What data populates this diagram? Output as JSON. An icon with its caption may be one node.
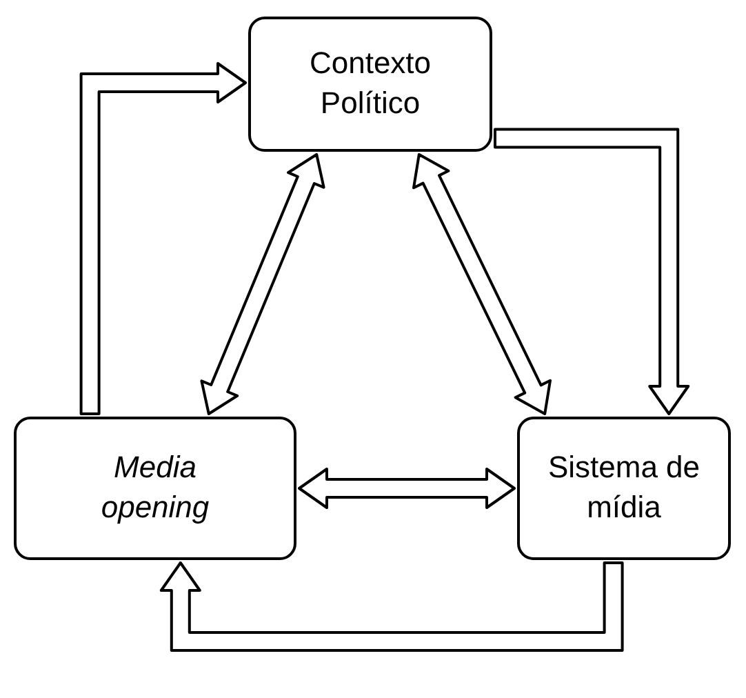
{
  "diagram": {
    "nodes": [
      {
        "text": [
          "Contexto Político"
        ]
      },
      {
        "text": [
          "Media opening"
        ]
      },
      {
        "text": [
          "Sistema de mídia"
        ]
      }
    ],
    "edges": [
      {
        "from": 1,
        "to": 0,
        "arrow": "both"
      },
      {
        "from": 0,
        "to": 2,
        "arrow": "both"
      },
      {
        "from": 1,
        "to": 2,
        "arrow": "both"
      },
      {
        "from": 0,
        "to": 2,
        "arrow": "to"
      },
      {
        "from": 2,
        "to": 1,
        "arrow": "to"
      },
      {
        "from": 1,
        "to": 0,
        "arrow": "to"
      }
    ]
  }
}
